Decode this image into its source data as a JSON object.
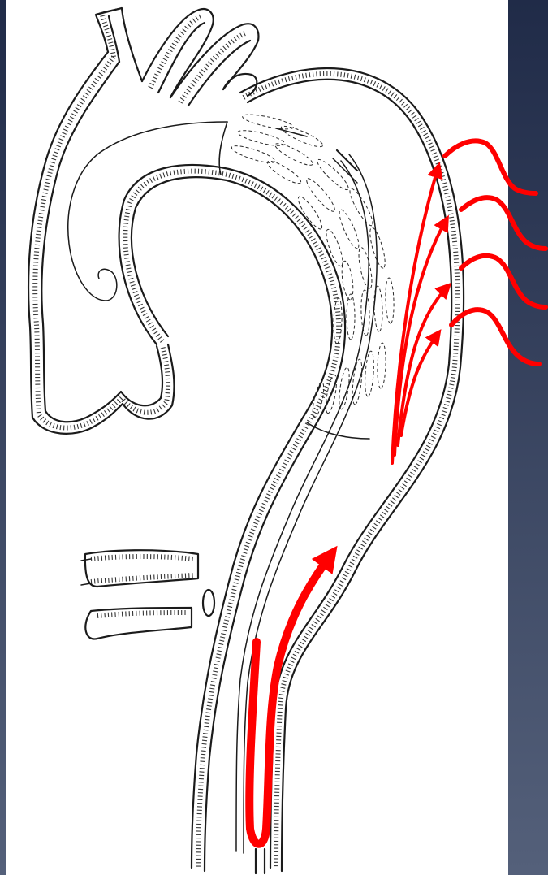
{
  "slide": {
    "background_top": "#202b48",
    "background_bottom": "#54607a",
    "panel_color": "#ffffff"
  },
  "diagram": {
    "subject": "aortic-arch-with-thoracic-stent-graft",
    "line_color": "#1b1b1b",
    "flow_arrow_color": "#ff0000",
    "endoleak_arrows_count": 4,
    "main_flow_arrows_count": 1
  }
}
